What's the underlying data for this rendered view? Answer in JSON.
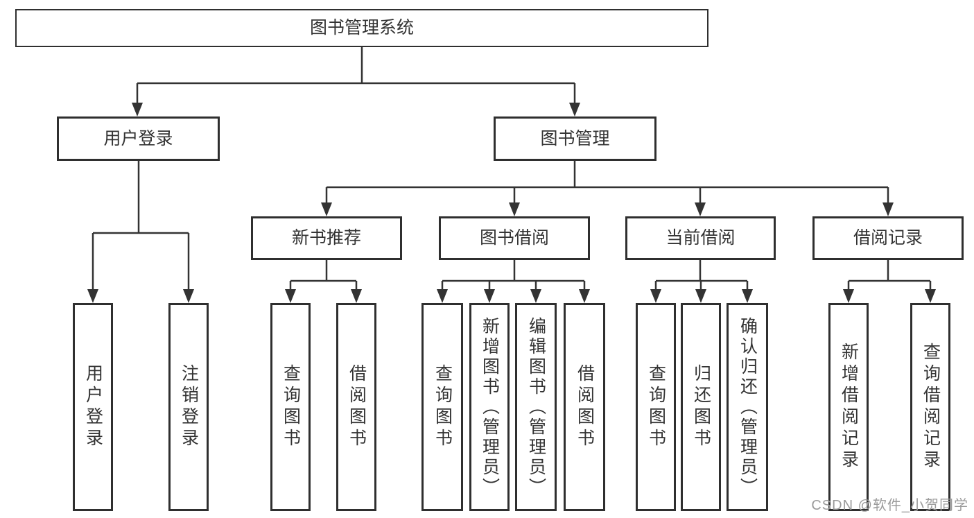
{
  "diagram": {
    "root_label": "图书管理系统",
    "level2": {
      "user_login": "用户登录",
      "book_mgmt": "图书管理"
    },
    "level3": {
      "new_book_rec": "新书推荐",
      "book_borrow": "图书借阅",
      "current_borrow": "当前借阅",
      "borrow_record": "借阅记录"
    },
    "leaves": {
      "user_login": [
        "用户登录",
        "注销登录"
      ],
      "new_book_rec": [
        "查询图书",
        "借阅图书"
      ],
      "book_borrow": [
        "查询图书",
        "新增图书（管理员）",
        "编辑图书（管理员）",
        "借阅图书"
      ],
      "current_borrow": [
        "查询图书",
        "归还图书",
        "确认归还（管理员）"
      ],
      "borrow_record": [
        "新增借阅记录",
        "查询借阅记录"
      ]
    }
  },
  "watermark": {
    "text": "CSDN @软件_小贺同学"
  },
  "colors": {
    "line": "#333333",
    "box_border": "#2f2f2f",
    "box_fill": "#ffffff",
    "text": "#333333",
    "watermark": "#9b9b9b",
    "background": "#ffffff"
  }
}
